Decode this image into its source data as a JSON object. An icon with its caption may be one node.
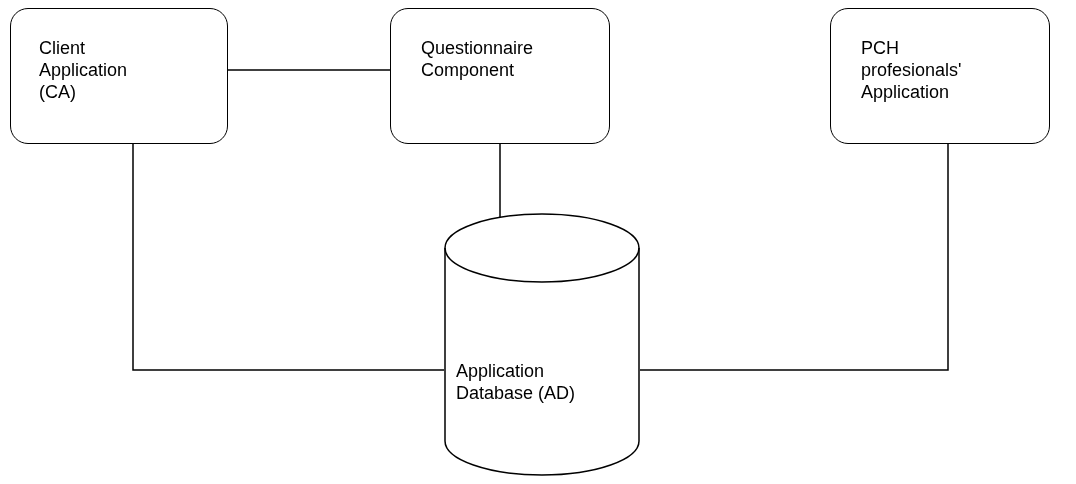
{
  "diagram": {
    "nodes": [
      {
        "text": [
          "Client Application (CA)"
        ]
      },
      {
        "text": [
          "Questionnaire Component"
        ]
      },
      {
        "text": [
          "PCH profesionals' Application"
        ]
      },
      {
        "text": [
          "Application Database (AD)"
        ]
      }
    ],
    "edges": [
      {
        "from": 0,
        "to": 1,
        "arrow": "none"
      },
      {
        "from": 1,
        "to": 3,
        "arrow": "none"
      },
      {
        "from": 0,
        "to": 3,
        "arrow": "none"
      },
      {
        "from": 2,
        "to": 3,
        "arrow": "none"
      }
    ]
  }
}
